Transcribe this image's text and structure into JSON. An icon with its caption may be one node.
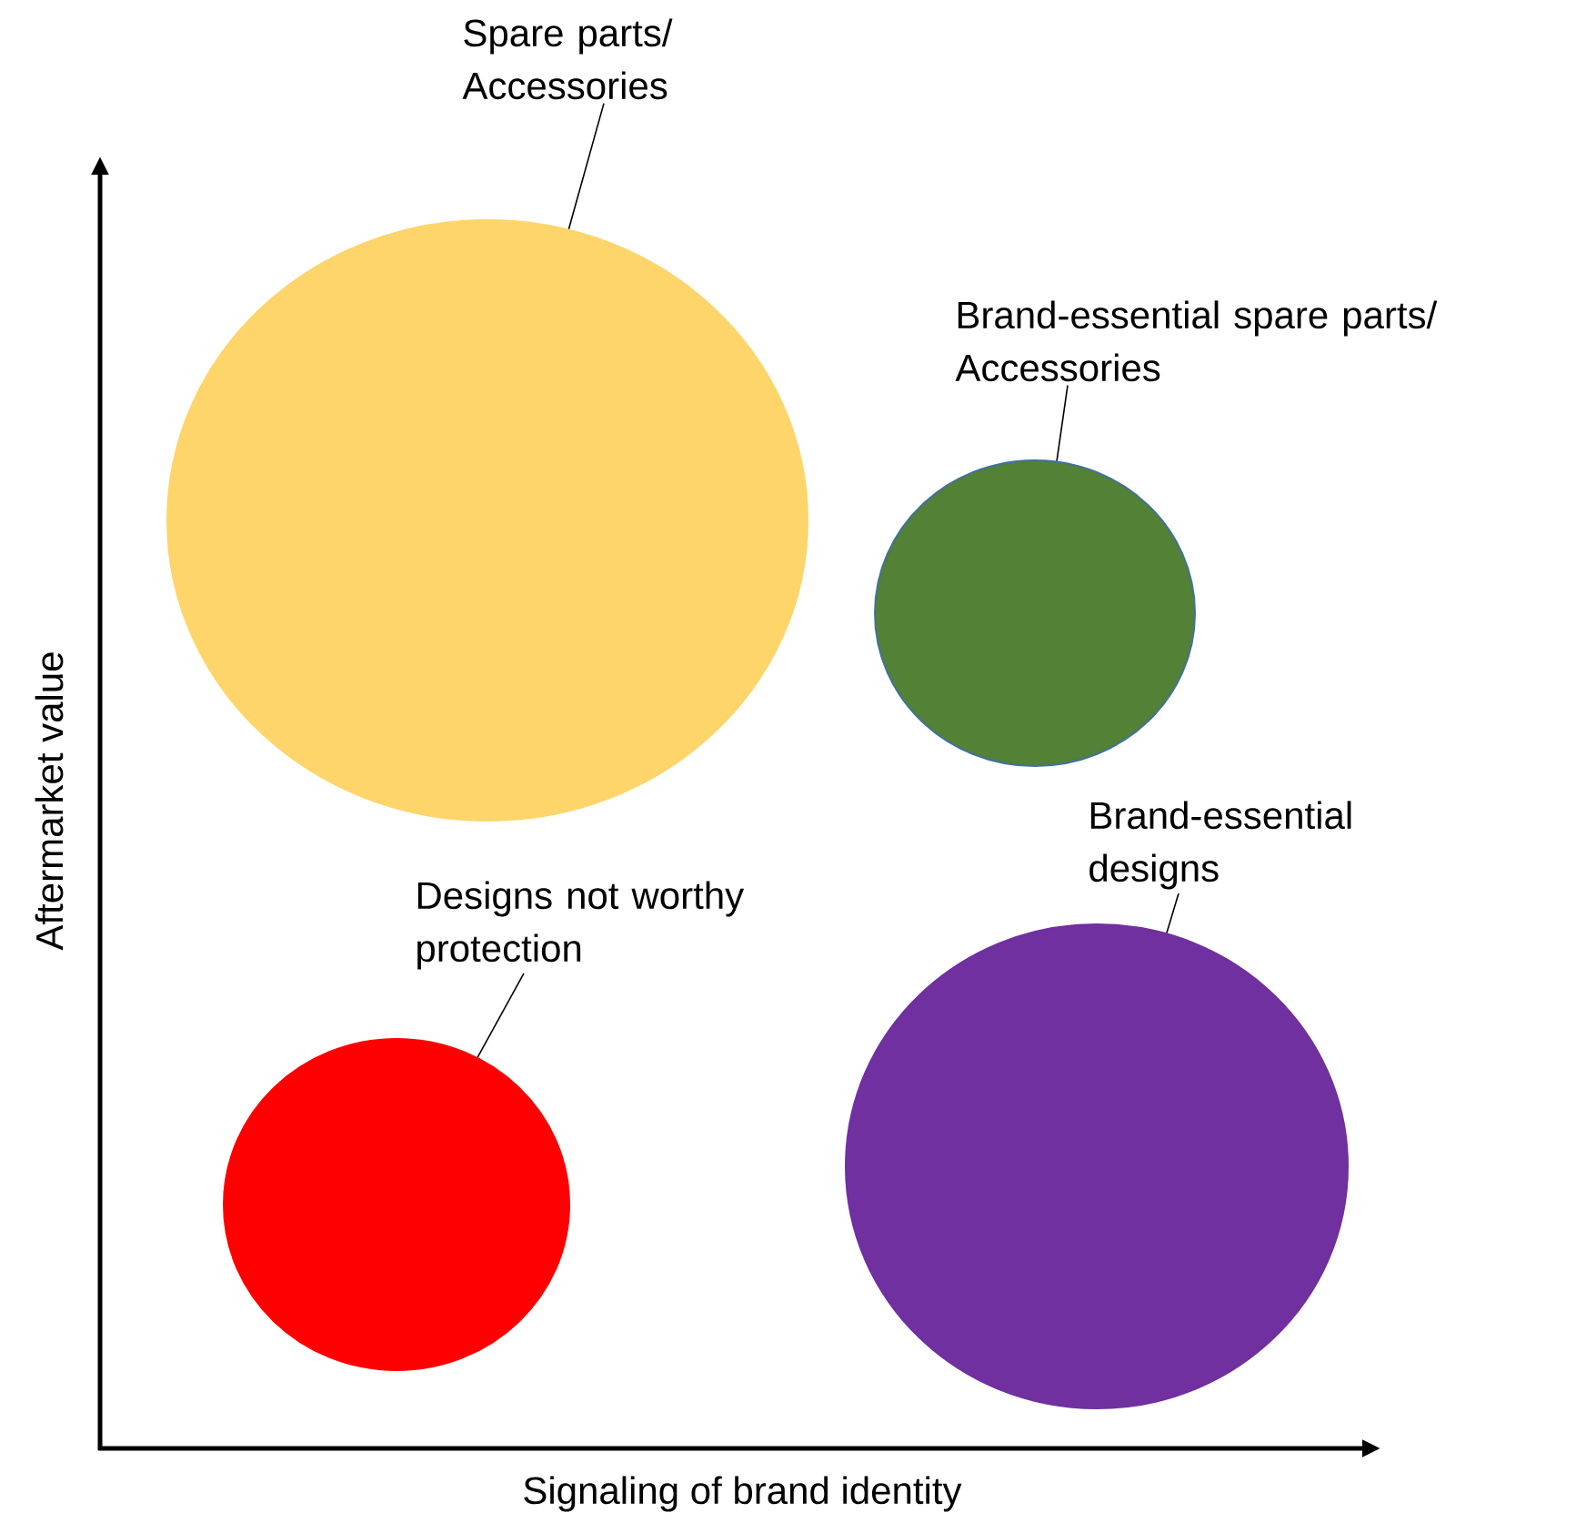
{
  "diagram": {
    "nodes": [
      {
        "text": [
          "Spare parts/ Accessories"
        ]
      },
      {
        "text": [],
        "shape": "ellipse"
      },
      {
        "text": [
          "Brand-essential spare parts/ Accessories"
        ]
      },
      {
        "text": [],
        "shape": "ellipse"
      },
      {
        "text": [
          "Brand-essential designs"
        ]
      },
      {
        "text": [],
        "shape": "ellipse"
      },
      {
        "text": [
          "Designs not worthy protection"
        ]
      },
      {
        "text": [],
        "shape": "ellipse"
      }
    ],
    "edges": [
      {
        "from": 0,
        "to": 1,
        "arrow": "none"
      },
      {
        "from": 2,
        "to": 3,
        "arrow": "none"
      },
      {
        "from": 4,
        "to": 5,
        "arrow": "none"
      },
      {
        "from": 6,
        "to": 7,
        "arrow": "none"
      }
    ],
    "labels": [
      "Aftermarket value",
      "Signaling of brand identity"
    ]
  }
}
